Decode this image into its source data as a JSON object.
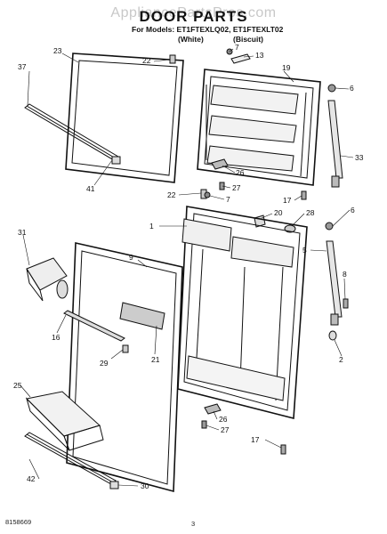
{
  "watermark": "AppliancePartsPros.com",
  "title": "DOOR PARTS",
  "models_line": "For Models: ET1FTEXLQ02, ET1FTEXLT02",
  "variant_white": "(White)",
  "variant_biscuit": "(Biscuit)",
  "doc_number": "8158669",
  "page_number": "3",
  "callouts": [
    "37",
    "23",
    "22",
    "7",
    "13",
    "19",
    "6",
    "26",
    "27",
    "33",
    "41",
    "22",
    "7",
    "17",
    "6",
    "1",
    "20",
    "28",
    "31",
    "9",
    "5",
    "8",
    "16",
    "21",
    "29",
    "2",
    "25",
    "26",
    "27",
    "17",
    "42",
    "30"
  ]
}
